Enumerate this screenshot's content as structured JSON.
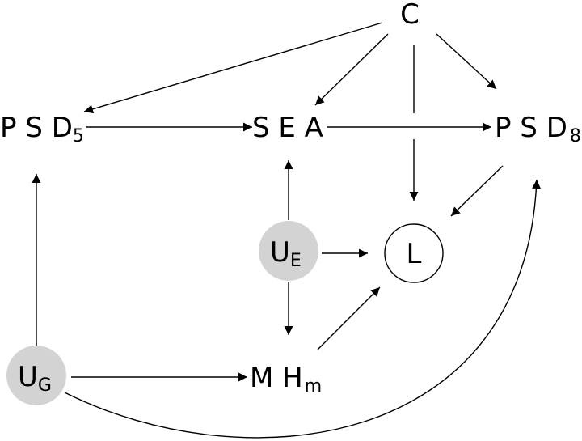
{
  "colors": {
    "latent_fill": "#d3d3d3",
    "observed_fill": "#ffffff",
    "stroke": "#000000"
  },
  "nodes": {
    "C": {
      "main": "C",
      "sub": ""
    },
    "PSD5": {
      "main": "P S D",
      "sub": "5"
    },
    "SEA": {
      "main": "S E A",
      "sub": ""
    },
    "PSD8": {
      "main": "P S D",
      "sub": "8"
    },
    "UE": {
      "main": "U",
      "sub": "E"
    },
    "L": {
      "main": "L",
      "sub": ""
    },
    "UG": {
      "main": "U",
      "sub": "G"
    },
    "MHm": {
      "main": "M H",
      "sub": "m"
    }
  },
  "edges": [
    {
      "from": "C",
      "to": "PSD5"
    },
    {
      "from": "C",
      "to": "SEA"
    },
    {
      "from": "C",
      "to": "PSD8"
    },
    {
      "from": "C",
      "to": "L"
    },
    {
      "from": "PSD5",
      "to": "SEA"
    },
    {
      "from": "SEA",
      "to": "PSD8"
    },
    {
      "from": "PSD8",
      "to": "L"
    },
    {
      "from": "UE",
      "to": "SEA"
    },
    {
      "from": "UE",
      "to": "L"
    },
    {
      "from": "UE",
      "to": "MHm"
    },
    {
      "from": "MHm",
      "to": "L"
    },
    {
      "from": "UG",
      "to": "PSD5"
    },
    {
      "from": "UG",
      "to": "MHm"
    },
    {
      "from": "UG",
      "to": "PSD8"
    }
  ]
}
